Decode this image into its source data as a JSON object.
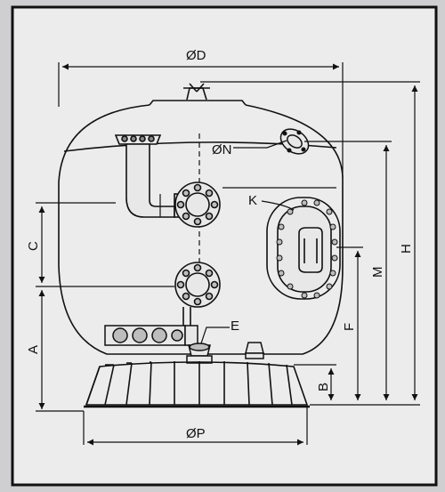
{
  "labels": {
    "od": "ØD",
    "on": "ØN",
    "k": "K",
    "c": "C",
    "a": "A",
    "e": "E",
    "m": "M",
    "f": "F",
    "h": "H",
    "b": "B",
    "op": "ØP"
  },
  "colors": {
    "background": "#cfcfd1",
    "panel": "#ececec",
    "ink": "#111111",
    "fill_light": "#e8e8e8",
    "fill_dark": "#bdbdbd"
  },
  "icons": [
    "filter-tank",
    "flange",
    "sight-glass",
    "manifold",
    "leg-stand"
  ]
}
